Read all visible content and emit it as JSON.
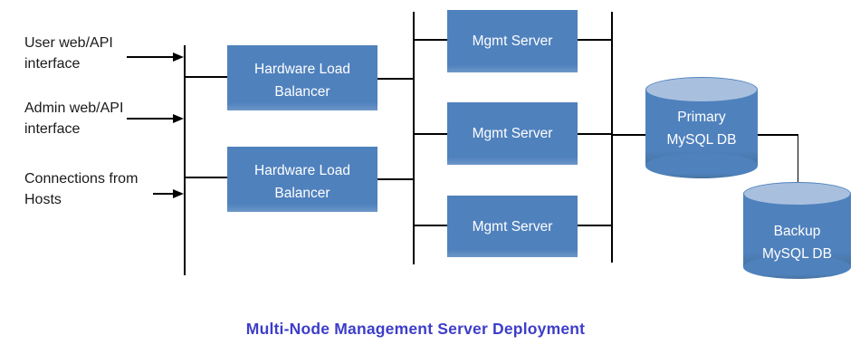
{
  "title": "Multi-Node Management Server Deployment",
  "inputs": [
    {
      "line1": "User web/API",
      "line2": "interface"
    },
    {
      "line1": "Admin web/API",
      "line2": "interface"
    },
    {
      "line1": "Connections from",
      "line2": "Hosts"
    }
  ],
  "load_balancers": [
    {
      "line1": "Hardware Load",
      "line2": "Balancer"
    },
    {
      "line1": "Hardware Load",
      "line2": "Balancer"
    }
  ],
  "mgmt_servers": [
    {
      "label": "Mgmt Server"
    },
    {
      "label": "Mgmt Server"
    },
    {
      "label": "Mgmt Server"
    }
  ],
  "databases": [
    {
      "line1": "Primary",
      "line2": "MySQL DB"
    },
    {
      "line1": "Backup",
      "line2": "MySQL DB"
    }
  ],
  "colors": {
    "background": "#ffffff",
    "node_fill": "#4f81bd",
    "node_text": "#ffffff",
    "cylinder_top": "#a8c0de",
    "line": "#000000",
    "label_text": "#1a1a1a",
    "title_text": "#3d3dc9"
  }
}
